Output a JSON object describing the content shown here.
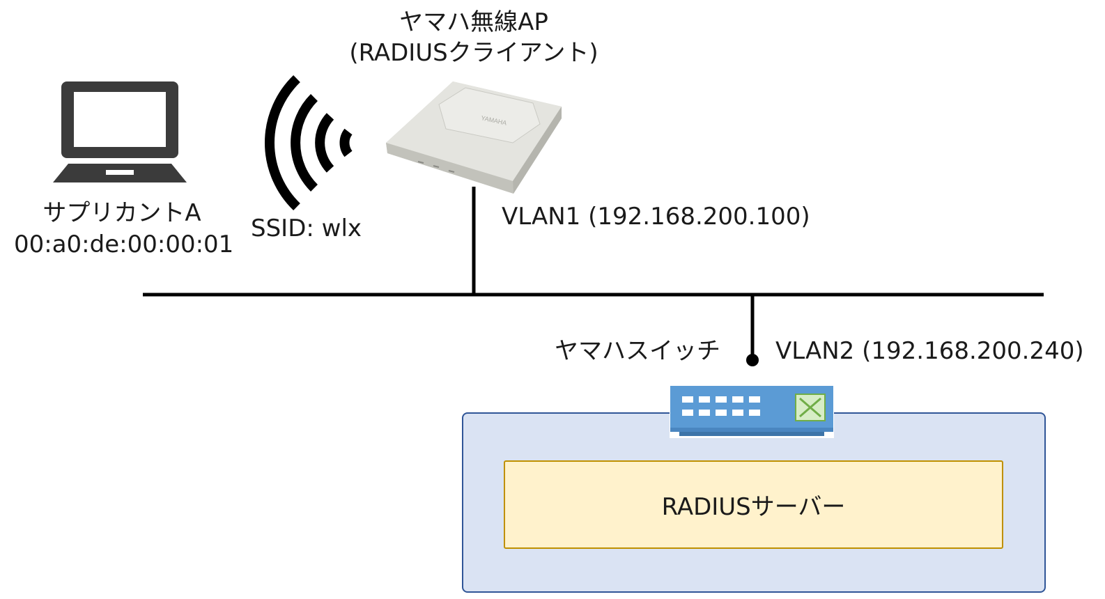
{
  "ap": {
    "name": "ヤマハ無線AP",
    "role": "(RADIUSクライアント)",
    "vlan": "VLAN1 (192.168.200.100)",
    "brand": "YAMAHA"
  },
  "supplicant": {
    "name": "サプリカントA",
    "mac": "00:a0:de:00:00:01"
  },
  "wireless": {
    "ssid": "SSID: wlx"
  },
  "switch": {
    "name": "ヤマハスイッチ",
    "vlan": "VLAN2 (192.168.200.240)"
  },
  "server": {
    "label": "RADIUSサーバー"
  },
  "colors": {
    "panel_fill": "#dae3f3",
    "panel_border": "#2f5597",
    "server_fill": "#fff2cc",
    "server_border": "#bf9000",
    "switch_body": "#5b9bd5",
    "switch_port": "#ffffff",
    "switch_accent": "#70ad47"
  }
}
